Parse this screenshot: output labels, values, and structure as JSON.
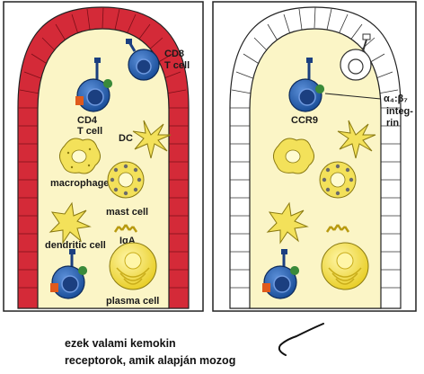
{
  "left_panel": {
    "labels": {
      "cd8": "CD8",
      "t_cell_1": "T cell",
      "cd4": "CD4",
      "t_cell_2": "T cell",
      "dc": "DC",
      "macrophage": "macrophage",
      "mast_cell": "mast cell",
      "dendritic_cell": "dendritic cell",
      "iga": "IgA",
      "plasma_cell": "plasma cell"
    }
  },
  "right_panel": {
    "labels": {
      "ccr9": "CCR9",
      "a4b7": "α₄:β₇",
      "integ": "integ-",
      "rin": "rin"
    }
  },
  "caption": {
    "line1": "ezek valami kemokin",
    "line2": "receptorok, amik alapján mozog"
  },
  "colors": {
    "villus_fill": "#fbf5c6",
    "epithelium": "#d42a38",
    "cell_blue": "#1f5fb0",
    "nucleus_blue": "#2b4fa8",
    "yellow": "#f3e15a",
    "receptor_green": "#3a8a3a",
    "receptor_orange": "#e05a1c"
  }
}
